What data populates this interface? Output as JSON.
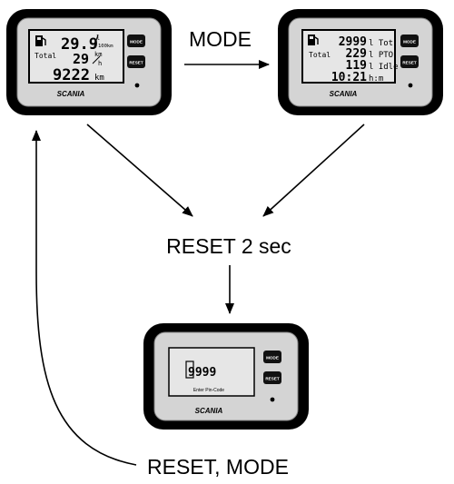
{
  "labels": {
    "mode_arrow": "MODE",
    "reset_2sec": "RESET 2 sec",
    "reset_mode": "RESET, MODE"
  },
  "device_1": {
    "brand": "SCANIA",
    "buttons": {
      "mode": "MODE",
      "reset": "RESET"
    },
    "icons": [
      "fuel-pump-icon"
    ],
    "display": {
      "row1_value": "29.9",
      "row1_unit_top": "l",
      "row1_unit_bottom": "100km",
      "row2_label": "Total",
      "row2_value": "29",
      "row2_unit_top": "km",
      "row2_unit_bottom": "h",
      "row3_value": "9222",
      "row3_unit": "km"
    }
  },
  "device_2": {
    "brand": "SCANIA",
    "buttons": {
      "mode": "MODE",
      "reset": "RESET"
    },
    "icons": [
      "fuel-pump-icon"
    ],
    "display": {
      "row1_value": "2999",
      "row1_unit": "l Tot",
      "row2_label": "Total",
      "row2_value": "229",
      "row2_unit": "l PTO",
      "row3_value": "119",
      "row3_unit": "l Idle",
      "row4_value": "10:21",
      "row4_unit": "h:m"
    }
  },
  "device_3": {
    "brand": "SCANIA",
    "buttons": {
      "mode": "MODE",
      "reset": "RESET"
    },
    "display": {
      "code_value": "9999",
      "caption": "Enter Pin-Code"
    }
  },
  "colors": {
    "bezel": "#000000",
    "face": "#d4d4d4",
    "lcd": "#e6e6e6",
    "button": "#111111",
    "line": "#000000"
  }
}
